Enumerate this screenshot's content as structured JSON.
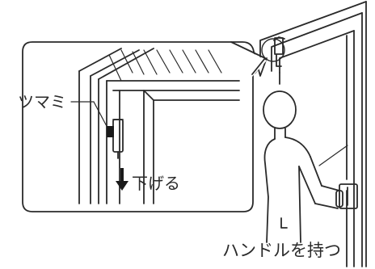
{
  "labels": {
    "knob": "ツマミ",
    "pull_down": "下げる",
    "hold_handle": "ハンドルを持つ"
  },
  "colors": {
    "line": "#2a2a2a",
    "background": "#ffffff",
    "knob": "#1a1a1a"
  },
  "icons": {
    "arrow": "down-arrow-icon"
  }
}
